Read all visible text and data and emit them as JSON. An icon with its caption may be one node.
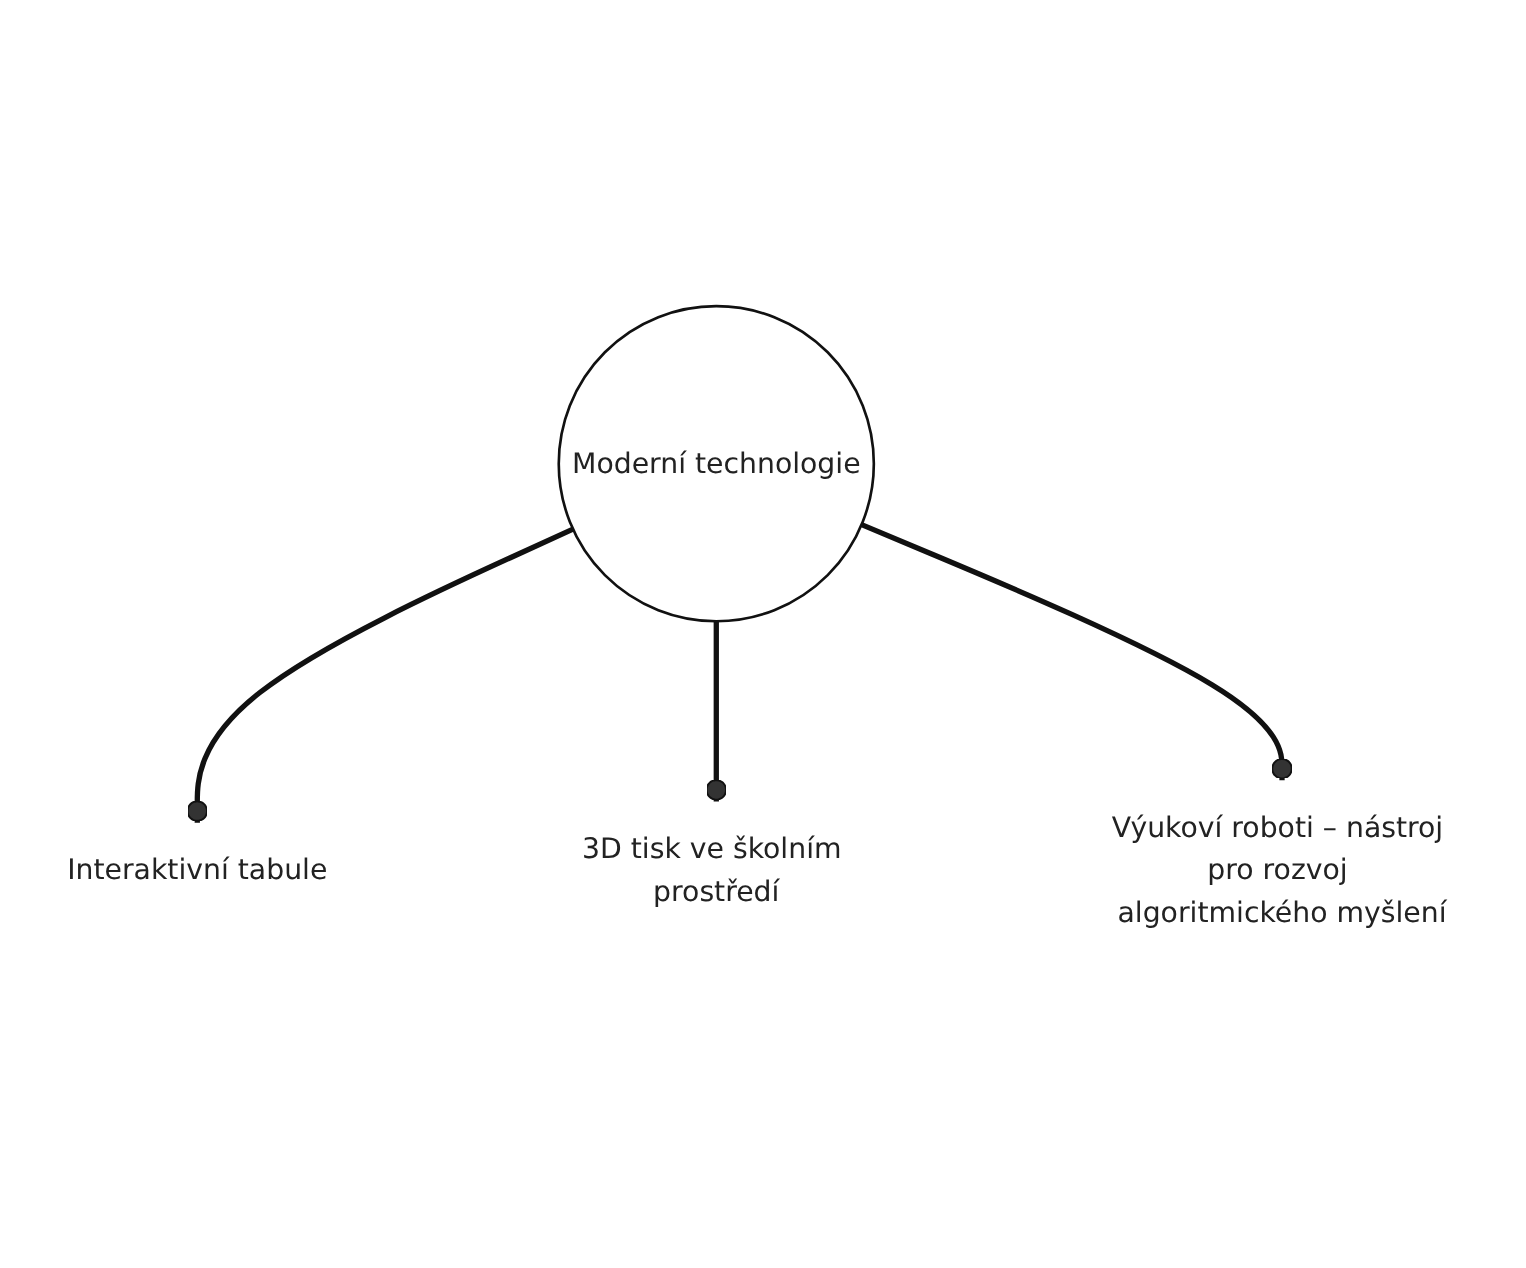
{
  "diagram": {
    "nodes": [
      {
        "text": [
          "Interaktivní tabule"
        ]
      },
      {
        "text": [
          "Moderní technologie"
        ]
      },
      {
        "text": [
          "3D tisk ve školním prostředí"
        ]
      },
      {
        "text": [
          "Výukoví roboti – nástroj pro rozvoj algoritmického myšlení"
        ]
      }
    ],
    "edges": [
      {
        "from": 1,
        "to": 0,
        "arrow": "other"
      },
      {
        "from": 1,
        "to": 2,
        "arrow": "other"
      },
      {
        "from": 1,
        "to": 3,
        "arrow": "other"
      }
    ]
  }
}
